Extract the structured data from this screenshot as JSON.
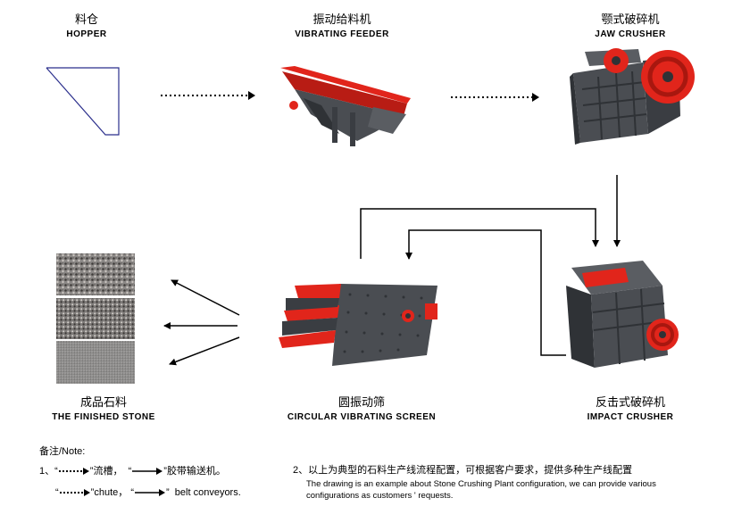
{
  "stages": {
    "hopper": {
      "cn": "料仓",
      "en": "HOPPER"
    },
    "vibrating_feeder": {
      "cn": "振动给料机",
      "en": "VIBRATING  FEEDER"
    },
    "jaw_crusher": {
      "cn": "颚式破碎机",
      "en": "JAW   CRUSHER"
    },
    "impact_crusher": {
      "cn": "反击式破碎机",
      "en": "IMPACT CRUSHER"
    },
    "circular_screen": {
      "cn": "圆振动筛",
      "en": "CIRCULAR VIBRATING SCREEN"
    },
    "finished_stone": {
      "cn": "成品石料",
      "en": "THE FINISHED STONE"
    }
  },
  "notes": {
    "title": "备注/Note:",
    "item1_prefix": "1、",
    "quote_open": "“",
    "quote_close": "”",
    "chute_cn": "流槽，",
    "belt_cn": "胶带输送机。",
    "chute_en": "chute，",
    "belt_en": "belt conveyors.",
    "item2_cn": "2、以上为典型的石料生产线流程配置，可根据客户要求，提供多种生产线配置",
    "item2_en_line1": "The drawing is an example about Stone Crushing Plant configuration, we can provide various",
    "item2_en_line2": "configurations as customers ' requests."
  },
  "colors": {
    "machine_grey": "#4a4d52",
    "machine_dark": "#2f3236",
    "accent_red": "#e1251b",
    "hopper_line": "#2b2f8c",
    "arrow": "#000000"
  }
}
